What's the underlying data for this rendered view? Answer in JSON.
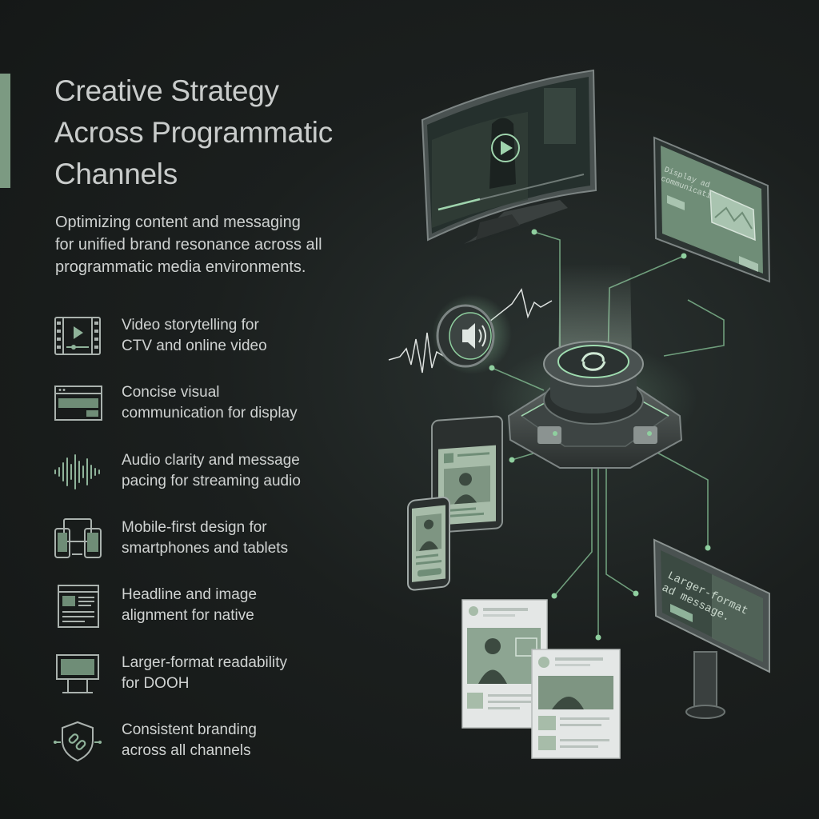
{
  "header": {
    "title_lines": [
      "Creative Strategy",
      "Across Programmatic",
      "Channels"
    ],
    "subtitle_lines": [
      "Optimizing content and messaging",
      "for unified brand resonance across all",
      "programmatic media environments."
    ]
  },
  "features": [
    {
      "icon": "video-film-icon",
      "lines": [
        "Video storytelling for",
        "CTV and online video"
      ]
    },
    {
      "icon": "display-window-icon",
      "lines": [
        "Concise visual",
        "communication for display"
      ]
    },
    {
      "icon": "audio-waveform-icon",
      "lines": [
        "Audio clarity and message",
        "pacing for streaming audio"
      ]
    },
    {
      "icon": "mobile-devices-icon",
      "lines": [
        "Mobile-first design for",
        "smartphones and tablets"
      ]
    },
    {
      "icon": "native-article-icon",
      "lines": [
        "Headline and image",
        "alignment for native"
      ]
    },
    {
      "icon": "billboard-icon",
      "lines": [
        "Larger-format readability",
        "for DOOH"
      ]
    },
    {
      "icon": "shield-link-icon",
      "lines": [
        "Consistent branding",
        "across all channels"
      ]
    }
  ],
  "illustration": {
    "display_ad_text": [
      "Display ad",
      "communication"
    ],
    "billboard_text": [
      "Larger-format",
      "ad message."
    ]
  },
  "colors": {
    "accent": "#7c9a82",
    "background": "#1a1e1d",
    "text": "#d0d3d2"
  }
}
